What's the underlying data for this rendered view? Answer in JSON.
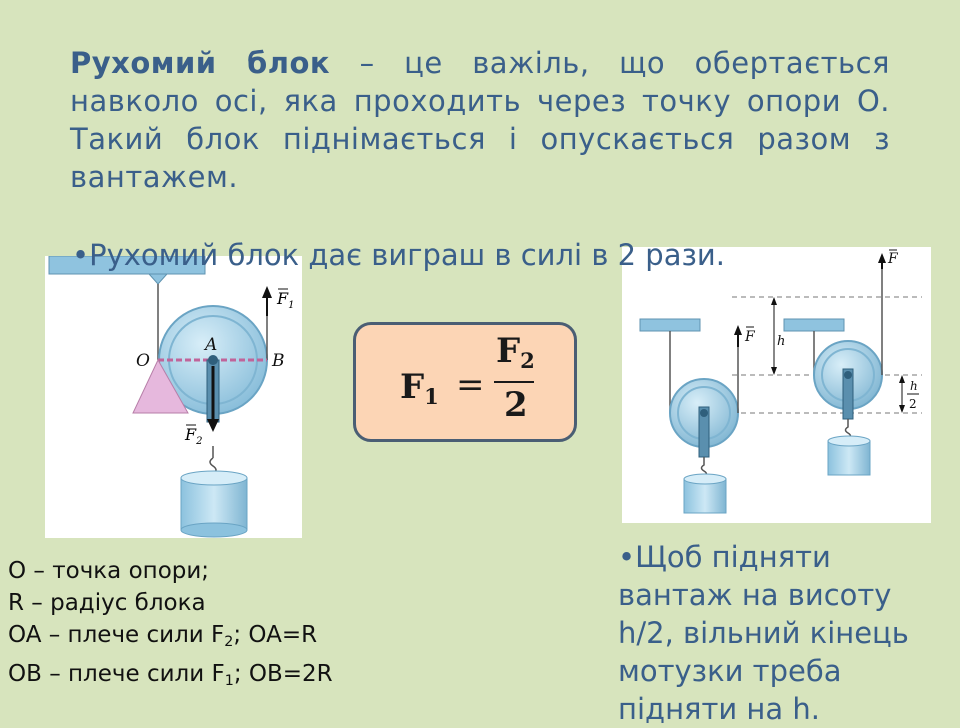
{
  "definition": {
    "term": "Рухомий блок",
    "text": " – це важіль, що обертається навколо осі, яка проходить через точку опори О. Такий блок піднімається і опускається разом з вантажем."
  },
  "bullet1": "•Рухомий блок дає виграш в силі в 2 рази.",
  "formula": {
    "lhs": "F",
    "lhs_sub": "1",
    "eq": "=",
    "num": "F",
    "num_sub": "2",
    "den": "2"
  },
  "left_diagram": {
    "labels": {
      "O": "O",
      "A": "A",
      "B": "B",
      "F1": "F",
      "F1_sub": "1",
      "F2": "F",
      "F2_sub": "2"
    }
  },
  "right_diagram": {
    "labels": {
      "F_top": "F",
      "F_mid": "F",
      "h": "h",
      "h2_num": "h",
      "h2_den": "2"
    }
  },
  "legend": [
    {
      "text": "O – точка опори;"
    },
    {
      "text": "R – радіус блока"
    },
    {
      "pre": "OA – плече сили F",
      "sub": "2",
      "post": ";   OA=R"
    },
    {
      "pre": "OB – плече сили F",
      "sub": "1",
      "post": ";   OB=2R"
    }
  ],
  "bullet2": "•Щоб підняти вантаж на висоту h/2, вільний кінець мотузки треба підняти на h.",
  "colors": {
    "background": "#d7e4bd",
    "text_blue": "#3a5f8a",
    "formula_fill": "#fcd5b5",
    "formula_border": "#4a5e74",
    "pulley_blue": "#a9d3ea",
    "triangle_pink": "#e6b8dd"
  }
}
